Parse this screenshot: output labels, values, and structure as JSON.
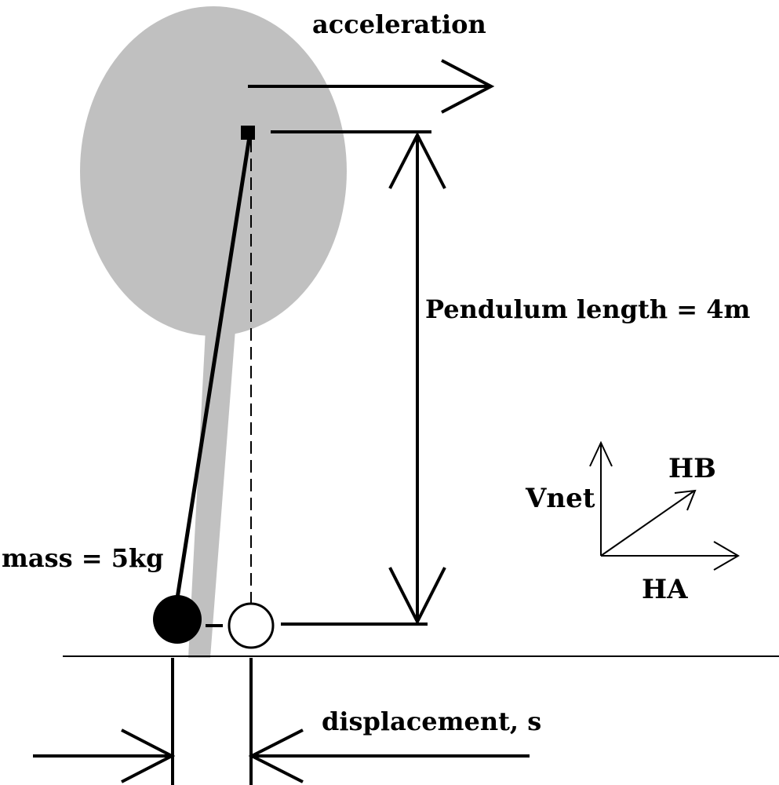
{
  "labels": {
    "acceleration": "acceleration",
    "pendulum_length": "Pendulum length = 4m",
    "mass": "mass = 5kg",
    "displacement": "displacement, s",
    "vnet": "Vnet",
    "hb": "HB",
    "ha": "HA"
  },
  "colors": {
    "shadow": "#c0c0c0",
    "ink": "#000000",
    "background": "#ffffff"
  }
}
